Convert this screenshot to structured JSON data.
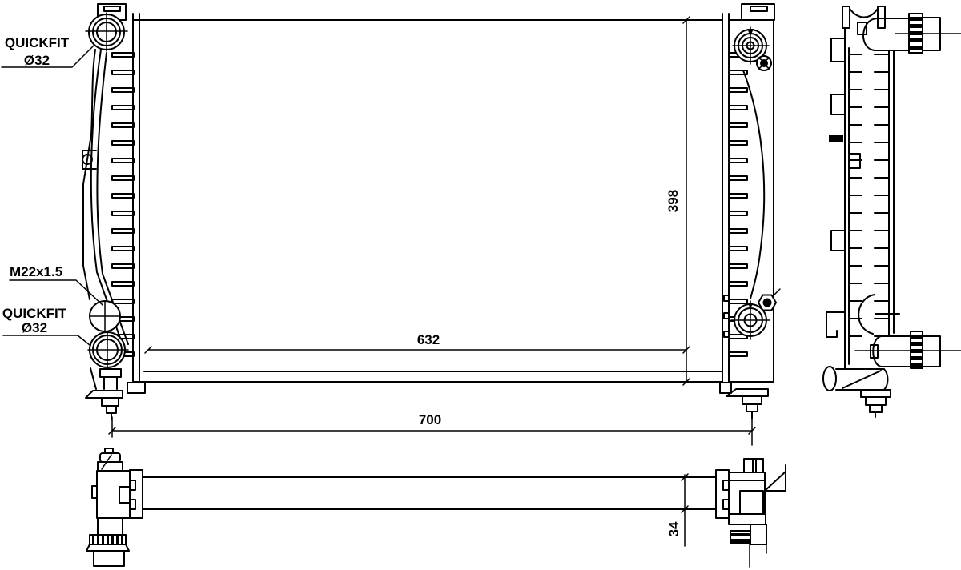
{
  "colors": {
    "background": "#ffffff",
    "line": "#000000"
  },
  "front_view": {
    "port_labels": {
      "quickfit_top": {
        "name": "QUICKFIT",
        "size": "Ø32"
      },
      "thread_port": {
        "name": "M22x1.5"
      },
      "quickfit_bottom": {
        "name": "QUICKFIT",
        "size": "Ø32"
      }
    },
    "dimensions": {
      "core_width": "632",
      "core_height": "398",
      "mount_pin_spacing": "700"
    }
  },
  "bottom_view": {
    "dimensions": {
      "core_depth": "34"
    }
  }
}
